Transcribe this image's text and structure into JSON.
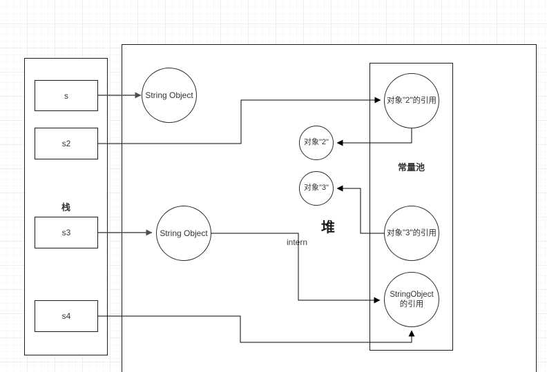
{
  "stack": {
    "label": "栈",
    "vars": [
      {
        "label": "s"
      },
      {
        "label": "s2"
      },
      {
        "label": "s3"
      },
      {
        "label": "s4"
      }
    ]
  },
  "heap": {
    "label": "堆",
    "string_object_1": "String Object",
    "string_object_2": "String Object",
    "obj2": "对象\"2\"",
    "obj3": "对象\"3\"",
    "intern": "intern"
  },
  "pool": {
    "label": "常量池",
    "obj2_ref": "对象\"2\"的引用",
    "obj3_ref": "对象\"3\"的引用",
    "string_ref_line1": "StringObject",
    "string_ref_line2": "的引用"
  },
  "colors": {
    "line": "#000000",
    "shape_stroke": "#1a1a1a",
    "text": "#333333",
    "background": "#ffffff"
  }
}
